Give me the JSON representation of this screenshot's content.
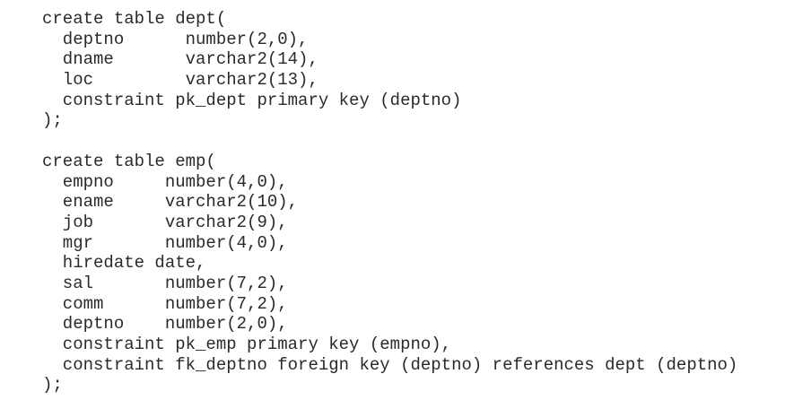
{
  "code": {
    "lines": [
      "create table dept(",
      "  deptno      number(2,0),",
      "  dname       varchar2(14),",
      "  loc         varchar2(13),",
      "  constraint pk_dept primary key (deptno)",
      ");",
      "",
      "create table emp(",
      "  empno     number(4,0),",
      "  ename     varchar2(10),",
      "  job       varchar2(9),",
      "  mgr       number(4,0),",
      "  hiredate date,",
      "  sal       number(7,2),",
      "  comm      number(7,2),",
      "  deptno    number(2,0),",
      "  constraint pk_emp primary key (empno),",
      "  constraint fk_deptno foreign key (deptno) references dept (deptno)",
      ");"
    ]
  }
}
